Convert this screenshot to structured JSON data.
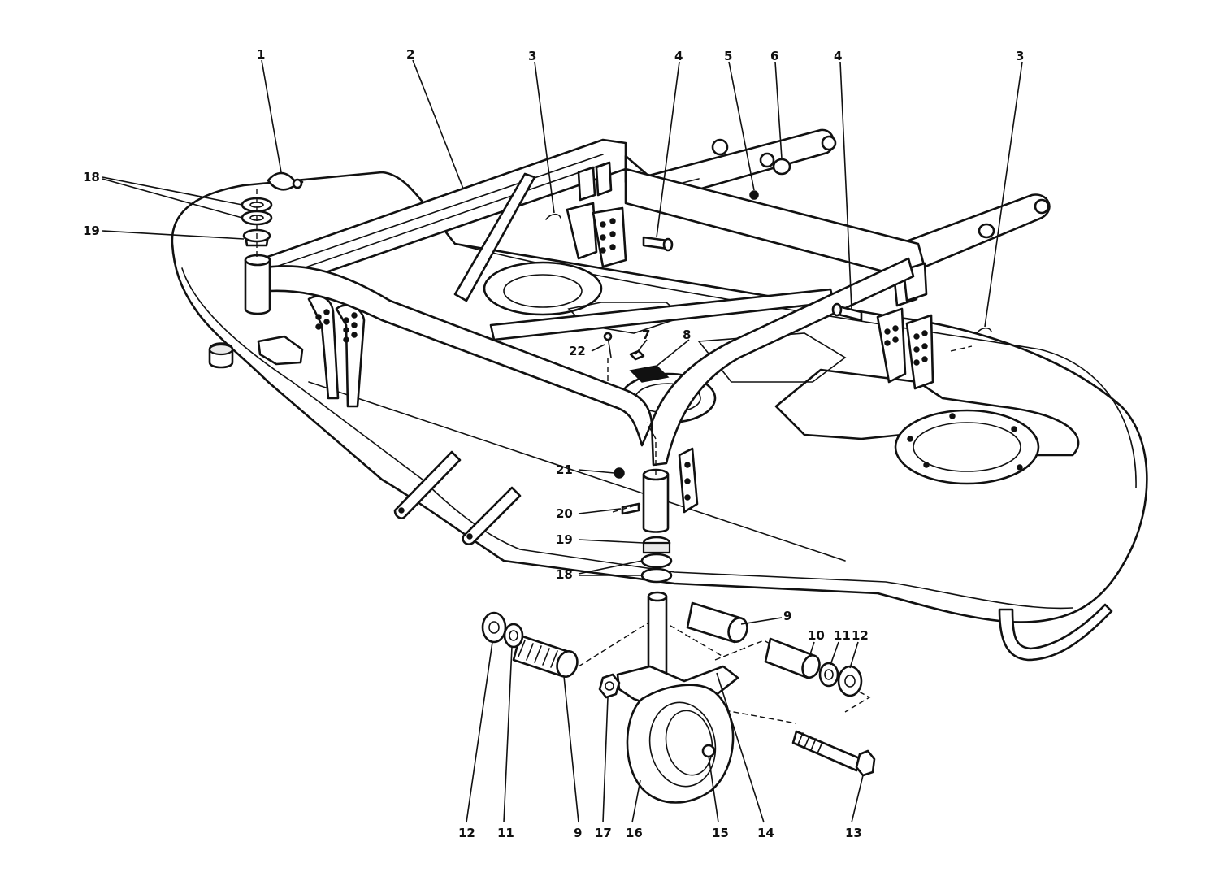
{
  "callouts": {
    "c1": "1",
    "c2": "2",
    "c3a": "3",
    "c3b": "3",
    "c4a": "4",
    "c4b": "4",
    "c5": "5",
    "c6": "6",
    "c7": "7",
    "c8": "8",
    "c9a": "9",
    "c9b": "9",
    "c10": "10",
    "c11a": "11",
    "c11b": "11",
    "c12a": "12",
    "c12b": "12",
    "c13": "13",
    "c14": "14",
    "c15": "15",
    "c16": "16",
    "c17": "17",
    "c18a": "18",
    "c18b": "18",
    "c19a": "19",
    "c19b": "19",
    "c20": "20",
    "c21": "21",
    "c22": "22"
  }
}
